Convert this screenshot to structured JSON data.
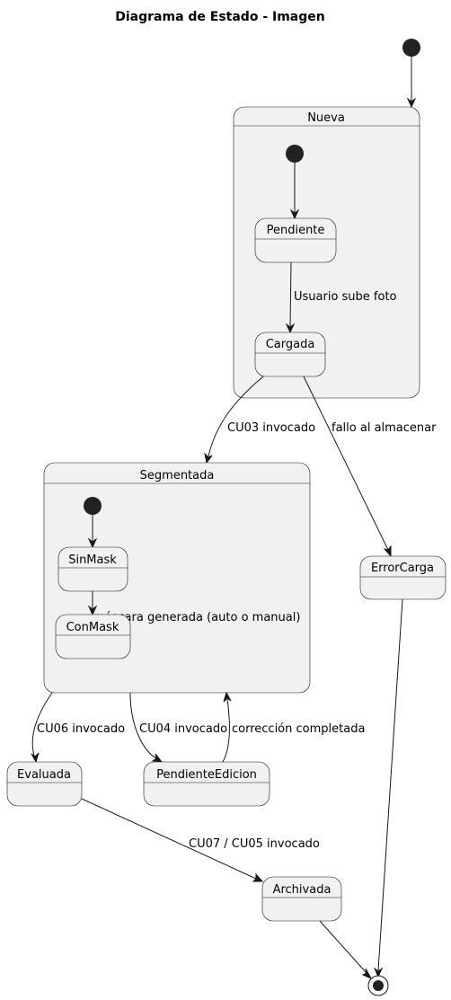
{
  "title": "Diagrama de Estado - Imagen",
  "states": {
    "nueva": "Nueva",
    "pendiente": "Pendiente",
    "cargada": "Cargada",
    "segmentada": "Segmentada",
    "sinmask": "SinMask",
    "conmask": "ConMask",
    "errorcarga": "ErrorCarga",
    "evaluada": "Evaluada",
    "pendienteedicion": "PendienteEdicion",
    "archivada": "Archivada"
  },
  "transitions": {
    "sube_foto": "Usuario sube foto",
    "cu03": "CU03 invocado",
    "fallo": "fallo al almacenar",
    "mascara": "máscara generada (auto o manual)",
    "cu06": "CU06 invocado",
    "cu04": "CU04 invocado",
    "correccion": "corrección completada",
    "cu07": "CU07 / CU05 invocado"
  }
}
